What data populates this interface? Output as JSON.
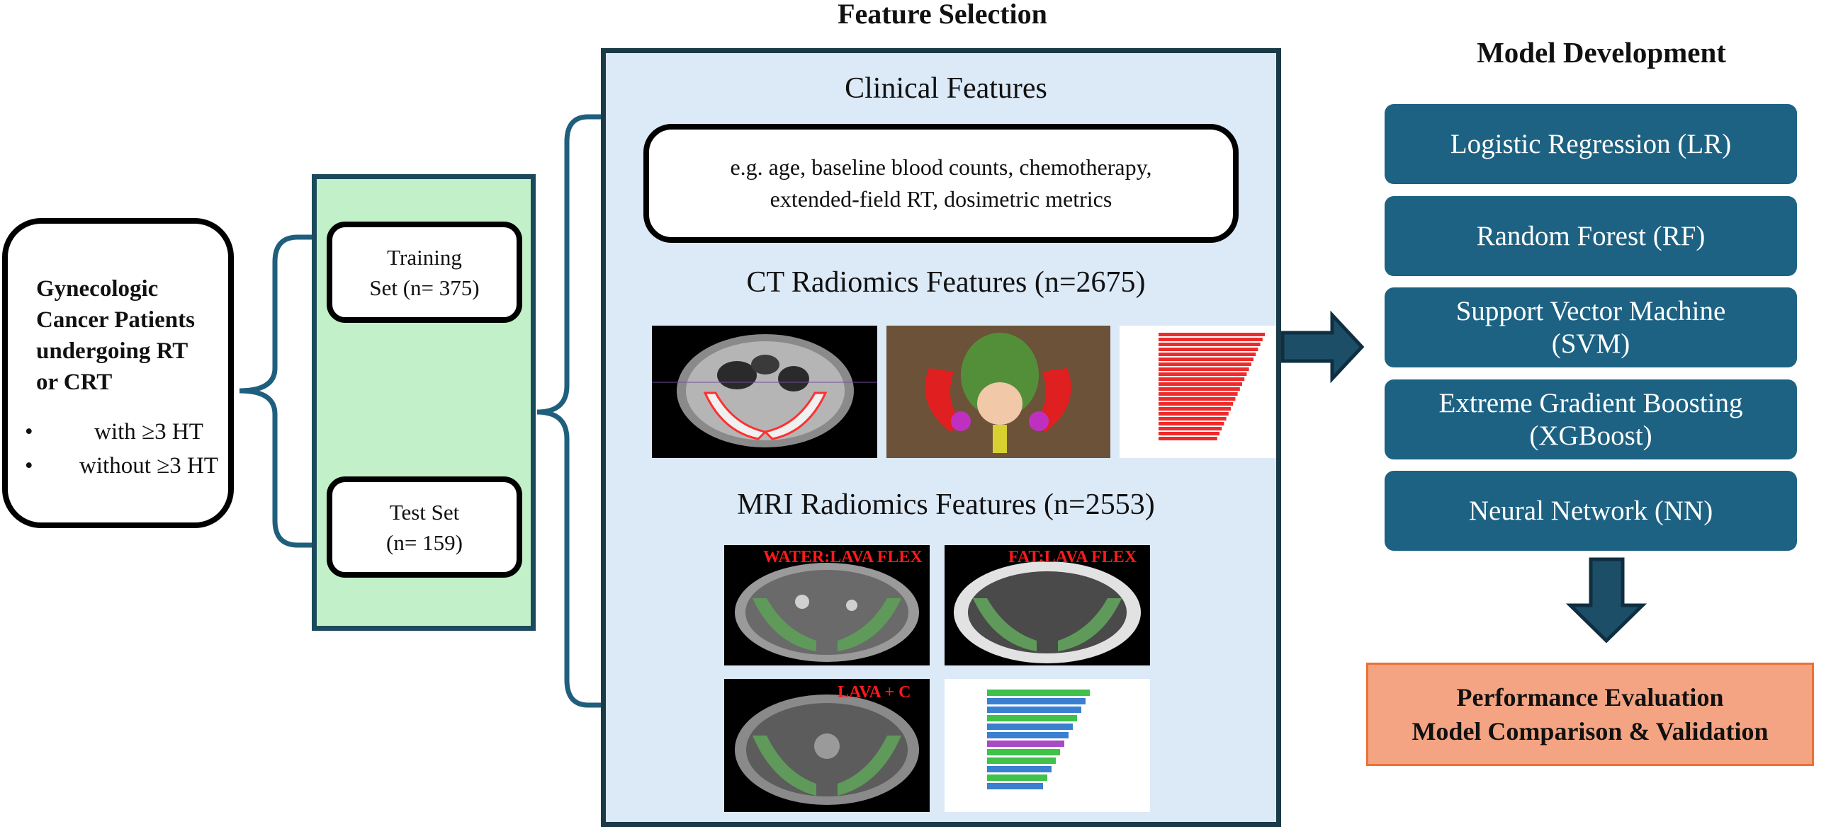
{
  "patients": {
    "title_lines": [
      "Gynecologic",
      "Cancer Patients",
      "undergoing RT",
      "or CRT"
    ],
    "bullets": [
      "with ≥3 HT",
      "without ≥3 HT"
    ],
    "bullet_symbol": "•"
  },
  "data_split": {
    "training_lines": [
      "Training",
      "Set (n= 375)"
    ],
    "test_lines": [
      "Test Set",
      "(n= 159)"
    ]
  },
  "feature_selection": {
    "title": "Feature Selection",
    "clinical_title": "Clinical  Features",
    "clinical_lines": [
      "e.g. age, baseline blood counts, chemotherapy,",
      "extended-field RT, dosimetric metrics"
    ],
    "ct_title": "CT Radiomics Features (n=2675)",
    "mri_title": "MRI Radiomics Features (n=2553)",
    "mri_labels": [
      "WATER:LAVA FLEX",
      "FAT:LAVA FLEX",
      "LAVA + C"
    ]
  },
  "model_development": {
    "title": "Model  Development",
    "models": [
      {
        "lines": [
          "Logistic Regression (LR)"
        ]
      },
      {
        "lines": [
          "Random Forest (RF)"
        ]
      },
      {
        "lines": [
          "Support Vector Machine",
          "(SVM)"
        ]
      },
      {
        "lines": [
          "Extreme Gradient Boosting",
          "(XGBoost)"
        ]
      },
      {
        "lines": [
          "Neural Network (NN)"
        ]
      }
    ]
  },
  "performance": {
    "lines": [
      "Performance Evaluation",
      "Model Comparison & Validation"
    ]
  },
  "colors": {
    "bracket": "#1f5f7e",
    "model_fill": "#1d6283",
    "arrow_fill": "#1c4e68",
    "split_fill": "#c2f0c8",
    "panel_fill": "#dce9f7",
    "perf_fill": "#f4a482",
    "ct_bar": "#ee2b2b",
    "mri_bar_blue": "#3b7fd1",
    "mri_bar_green": "#3fc14a",
    "mri_bar_purple": "#a64bc4"
  }
}
